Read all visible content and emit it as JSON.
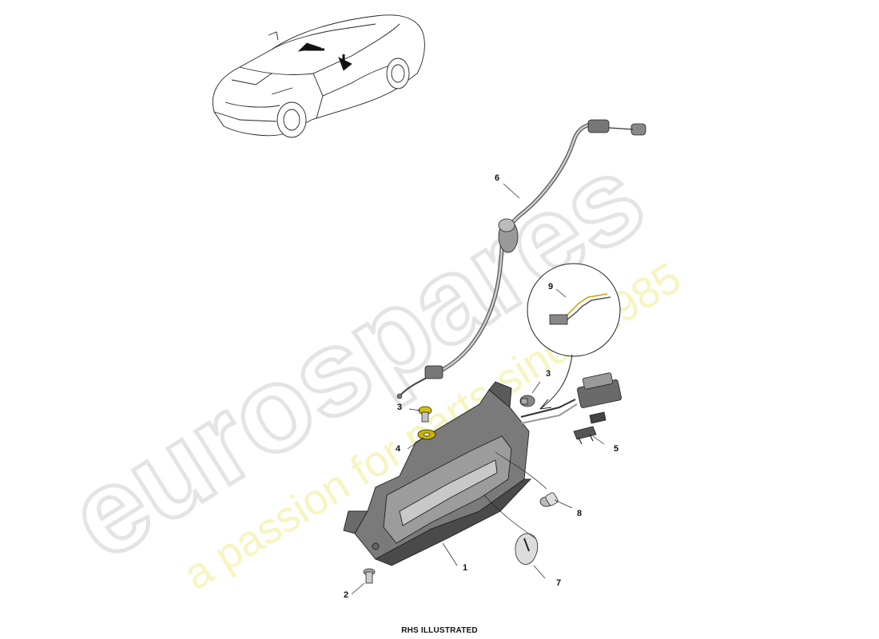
{
  "watermark": {
    "brand": "eurospares",
    "tagline": "a passion for parts since 1985",
    "brand_color": "#e6e6e6",
    "tagline_color": "#f6f3b8"
  },
  "overview_vehicle": {
    "icon": "car-overview-icon"
  },
  "callouts": [
    {
      "id": "1",
      "text": "1"
    },
    {
      "id": "2",
      "text": "2"
    },
    {
      "id": "3a",
      "text": "3"
    },
    {
      "id": "3b",
      "text": "3"
    },
    {
      "id": "4",
      "text": "4"
    },
    {
      "id": "5",
      "text": "5"
    },
    {
      "id": "6",
      "text": "6"
    },
    {
      "id": "7",
      "text": "7"
    },
    {
      "id": "8",
      "text": "8"
    },
    {
      "id": "9",
      "text": "9"
    }
  ],
  "caption": "RHS ILLUSTRATED"
}
